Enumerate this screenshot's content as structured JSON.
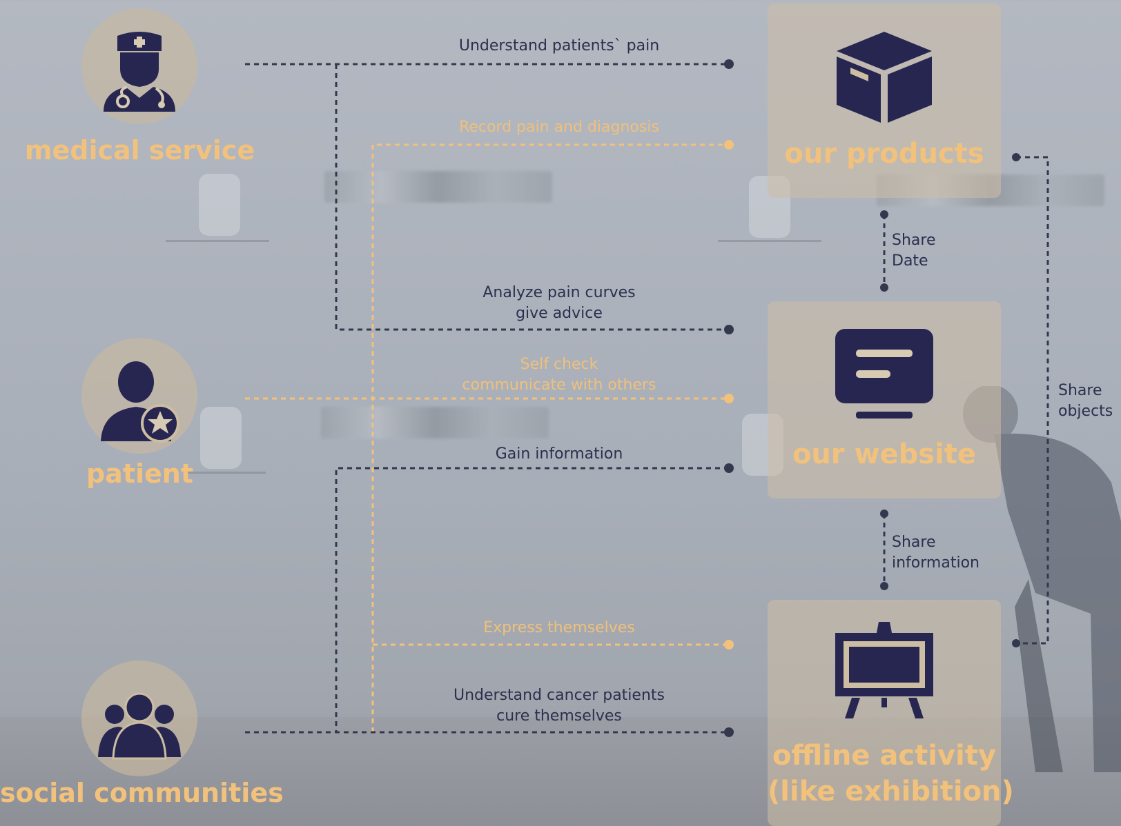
{
  "colors": {
    "dark": "#2c2f4e",
    "gold": "#f2c27c",
    "navy_icon": "#262651"
  },
  "actors": [
    {
      "key": "medical",
      "label": "medical service",
      "icon": "doctor-icon"
    },
    {
      "key": "patient",
      "label": "patient",
      "icon": "patient-star-icon"
    },
    {
      "key": "social",
      "label": "social communities",
      "icon": "group-icon"
    }
  ],
  "targets": [
    {
      "key": "products",
      "label": "our products",
      "icon": "box-icon"
    },
    {
      "key": "website",
      "label": "our website",
      "icon": "monitor-icon"
    },
    {
      "key": "offline",
      "label_line1": "offline activity",
      "label_line2": "(like exhibition)",
      "icon": "easel-icon"
    }
  ],
  "connections": {
    "understand_pain": "Understand patients` pain",
    "record_pain": "Record pain and diagnosis",
    "analyze_line1": "Analyze pain curves",
    "analyze_line2": "give advice",
    "self_check_line1": "Self check",
    "self_check_line2": "communicate with others",
    "gain_info": "Gain information",
    "express": "Express themselves",
    "understand_cancer_line1": "Understand cancer patients",
    "understand_cancer_line2": "cure  themselves"
  },
  "side": {
    "share_date_line1": "Share",
    "share_date_line2": "Date",
    "share_info_line1": "Share",
    "share_info_line2": "information",
    "share_objects_line1": "Share",
    "share_objects_line2": "objects"
  }
}
